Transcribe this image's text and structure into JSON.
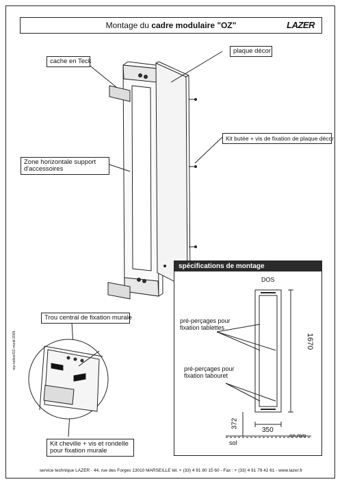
{
  "header": {
    "title_prefix": "Montage du ",
    "title_bold": "cadre modulaire \"OZ\"",
    "brand": "LAZER"
  },
  "callouts": {
    "cache": "cache en Teck",
    "plaque": "plaque décor",
    "kit_butee": "Kit butée + vis de fixation de plaque décor",
    "zone": "Zone horizontale support d'accessoires",
    "trou": "Trou central de fixation murale",
    "kit_cheville": "Kit cheville + vis et rondelle pour fixation murale"
  },
  "spec": {
    "title": "spécifications de montage",
    "dos": "DOS",
    "prepercage_tablettes": "pré-perçages pour fixation tablettes",
    "prepercage_tabouret": "pré-perçages pour fixation tabouret",
    "dim_height": "1670",
    "dim_width": "350",
    "dim_base": "372",
    "unit": "en mm",
    "floor": "sol"
  },
  "footer": "service technique LAZER · 44, rue des Forges 13010 MARSEILLE  tél. + (33) 4 91 80 15 60 - Fax : + (33) 4 91 79 42 61 - www.lazer.fr",
  "side_ref": "rep-notice/OZ-montl-2009"
}
